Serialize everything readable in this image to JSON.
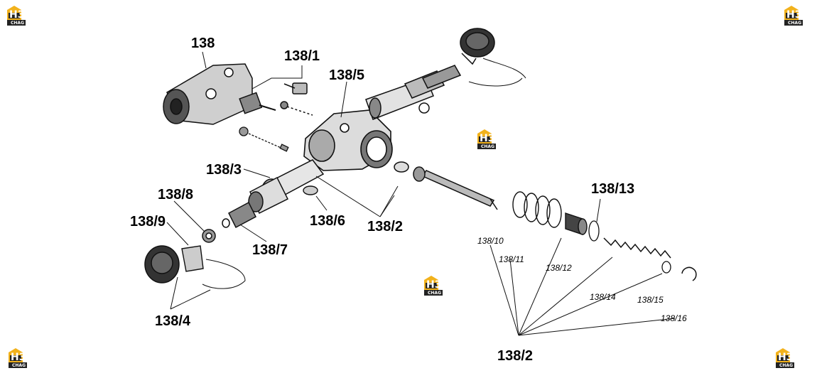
{
  "watermark": {
    "mark": "H3",
    "sub": "CHAG",
    "color": "#f2b21c"
  },
  "labels": {
    "l138": "138",
    "l138_1": "138/1",
    "l138_5": "138/5",
    "l138_3": "138/3",
    "l138_8": "138/8",
    "l138_9": "138/9",
    "l138_7": "138/7",
    "l138_6": "138/6",
    "l138_2a": "138/2",
    "l138_4": "138/4",
    "l138_13": "138/13",
    "l138_10": "138/10",
    "l138_11": "138/11",
    "l138_12": "138/12",
    "l138_14": "138/14",
    "l138_15": "138/15",
    "l138_16": "138/16",
    "l138_2b": "138/2"
  }
}
